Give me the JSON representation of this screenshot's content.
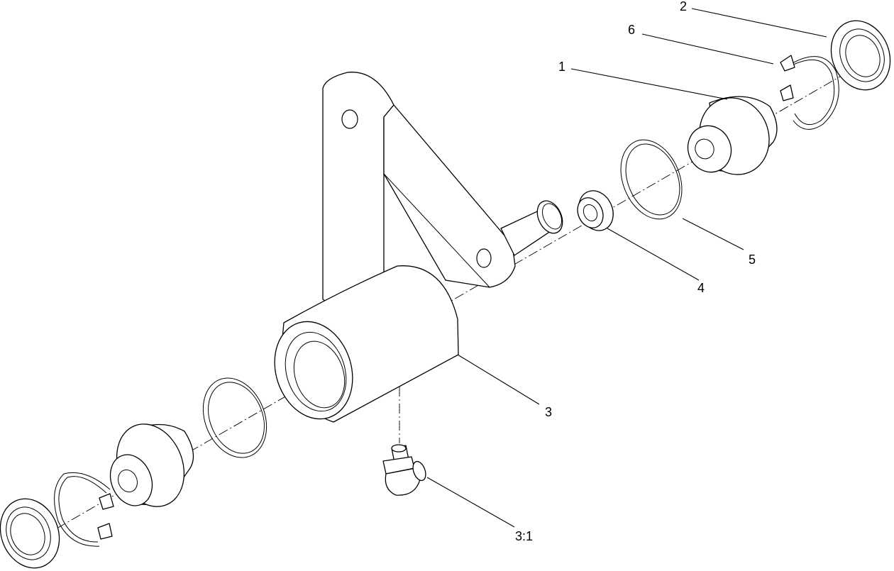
{
  "callouts": {
    "c1": "1",
    "c2": "2",
    "c3": "3",
    "c4": "4",
    "c5": "5",
    "c6": "6",
    "c31": "3:1"
  }
}
